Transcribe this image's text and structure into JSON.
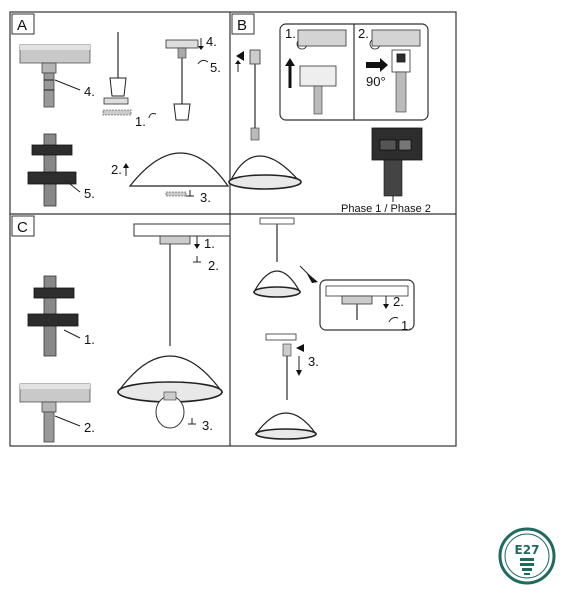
{
  "panels": {
    "a": {
      "label": "A",
      "steps": [
        "4.",
        "5.",
        "1.",
        "2.",
        "3.",
        "4.",
        "5."
      ]
    },
    "b": {
      "label": "B",
      "steps": [
        "1.",
        "2."
      ],
      "angle": "90°",
      "caption": "Phase 1 / Phase 2"
    },
    "c": {
      "label": "C",
      "steps": [
        "1.",
        "2.",
        "1.",
        "2.",
        "3."
      ]
    },
    "d": {
      "steps": [
        "2.",
        "1.",
        "3."
      ]
    }
  },
  "badge": {
    "text": "E27"
  },
  "colors": {
    "badge": "#1e6a61",
    "frame": "#333333",
    "metal": "#b5b5b5"
  }
}
